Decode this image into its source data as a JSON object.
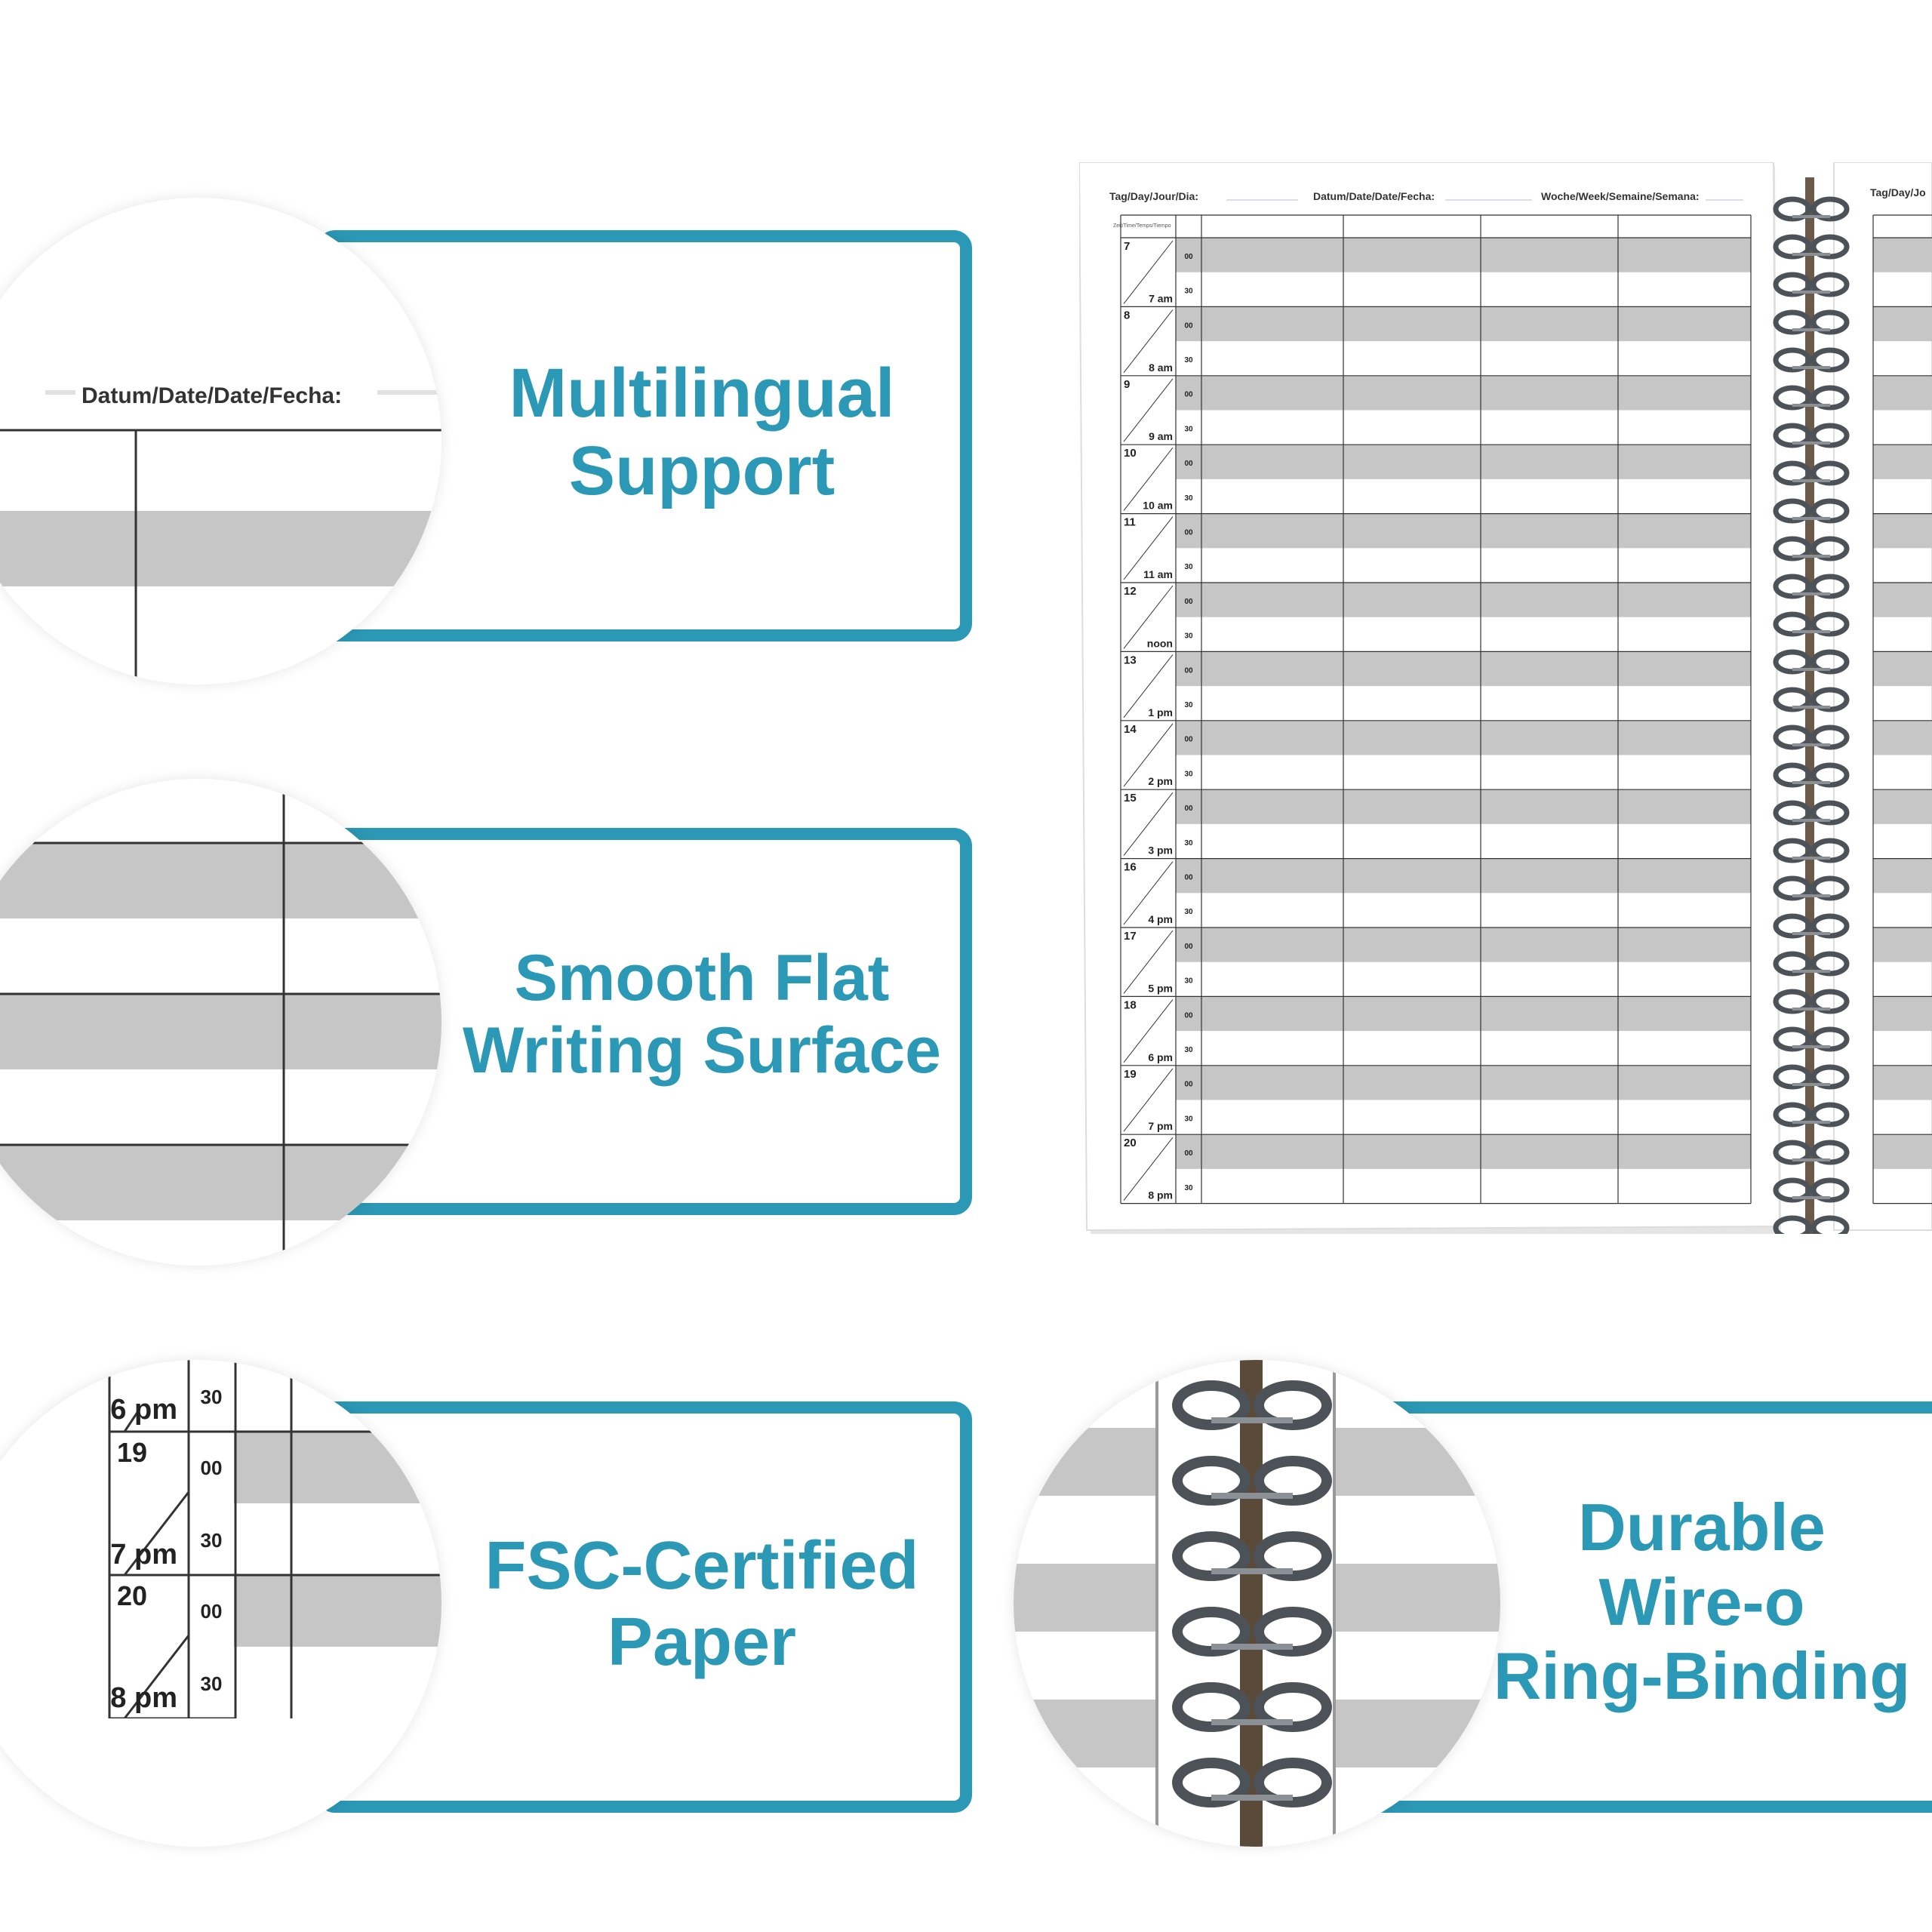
{
  "features": [
    {
      "name": "multilingual-support",
      "lines": [
        "Multilingual",
        "Support"
      ]
    },
    {
      "name": "smooth-flat-writing-surface",
      "lines": [
        "Smooth Flat",
        "Writing Surface"
      ]
    },
    {
      "name": "fsc-certified-paper",
      "lines": [
        "FSC-Certified",
        "Paper"
      ]
    },
    {
      "name": "durable-wire-o-binding",
      "lines": [
        "Durable",
        "Wire-o",
        "Ring-Binding"
      ]
    }
  ],
  "zoom1": {
    "header": "Datum/Date/Date/Fecha:"
  },
  "zoom3": {
    "rows": [
      {
        "label": "6 pm",
        "min": "30"
      },
      {
        "hour": "19",
        "min": "00"
      },
      {
        "label": "7 pm",
        "min": "30"
      },
      {
        "hour": "20",
        "min": "00"
      },
      {
        "label": "8 pm",
        "min": "30"
      }
    ]
  },
  "planner": {
    "day_label": "Tag/Day/Jour/Dia:",
    "date_label": "Datum/Date/Date/Fecha:",
    "week_label": "Woche/Week/Semaine/Semana:",
    "time_header": "Zeit/Time/Temps/Tiempo",
    "right_page_header": "Tag/Day/Jo",
    "hours": [
      {
        "hour": "7",
        "label": "7 am"
      },
      {
        "hour": "8",
        "label": "8 am"
      },
      {
        "hour": "9",
        "label": "9 am"
      },
      {
        "hour": "10",
        "label": "10 am"
      },
      {
        "hour": "11",
        "label": "11 am"
      },
      {
        "hour": "12",
        "label": "noon"
      },
      {
        "hour": "13",
        "label": "1 pm"
      },
      {
        "hour": "14",
        "label": "2 pm"
      },
      {
        "hour": "15",
        "label": "3 pm"
      },
      {
        "hour": "16",
        "label": "4 pm"
      },
      {
        "hour": "17",
        "label": "5 pm"
      },
      {
        "hour": "18",
        "label": "6 pm"
      },
      {
        "hour": "19",
        "label": "7 pm"
      },
      {
        "hour": "20",
        "label": "8 pm"
      }
    ],
    "minute_labels": [
      "00",
      "30"
    ]
  },
  "colors": {
    "accent": "#2b98b5",
    "stripe": "#c6c6c6",
    "ring": "#4c5257",
    "line": "#333333"
  }
}
